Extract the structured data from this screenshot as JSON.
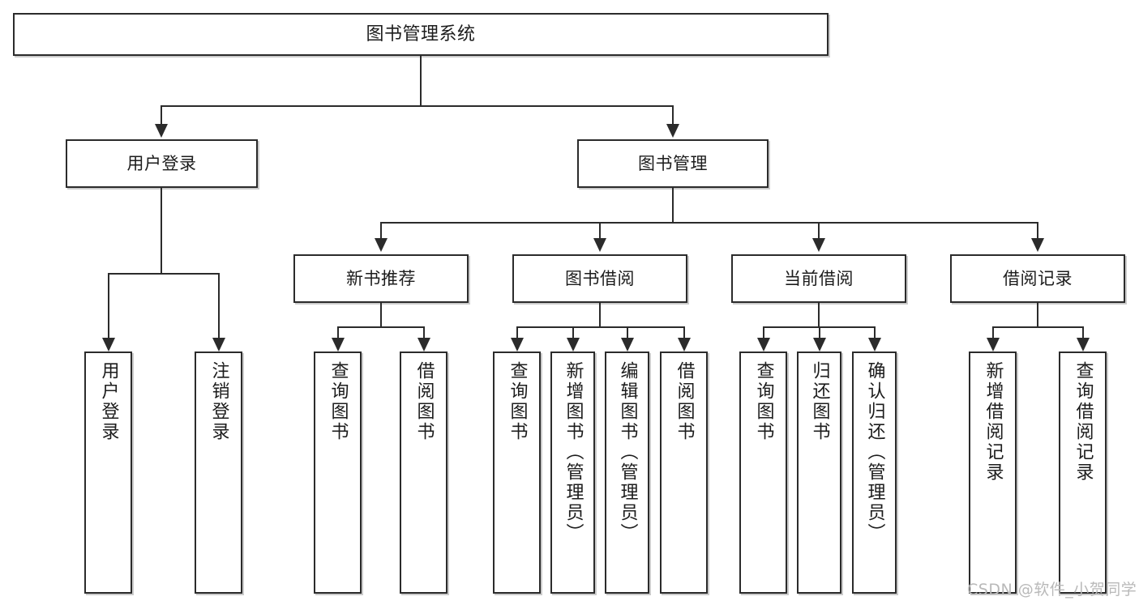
{
  "diagram": {
    "title": "图书管理系统",
    "type": "tree-hierarchy-chart",
    "root": {
      "label": "图书管理系统"
    },
    "level1": [
      {
        "label": "用户登录"
      },
      {
        "label": "图书管理"
      }
    ],
    "level2": [
      {
        "label": "新书推荐"
      },
      {
        "label": "图书借阅"
      },
      {
        "label": "当前借阅"
      },
      {
        "label": "借阅记录"
      }
    ],
    "leaves": {
      "user_login": [
        {
          "label": "用户登录"
        },
        {
          "label": "注销登录"
        }
      ],
      "new_book_recommend": [
        {
          "label": "查询图书"
        },
        {
          "label": "借阅图书"
        }
      ],
      "book_borrow": [
        {
          "label": "查询图书"
        },
        {
          "label": "新增图书（管理员）"
        },
        {
          "label": "编辑图书（管理员）"
        },
        {
          "label": "借阅图书"
        }
      ],
      "current_borrow": [
        {
          "label": "查询图书"
        },
        {
          "label": "归还图书"
        },
        {
          "label": "确认归还（管理员）"
        }
      ],
      "borrow_record": [
        {
          "label": "新增借阅记录"
        },
        {
          "label": "查询借阅记录"
        }
      ]
    }
  },
  "watermark": {
    "text": "CSDN @软件_小贺同学"
  },
  "colors": {
    "box_border": "#2b2b2b",
    "box_fill": "#ffffff",
    "connector": "#2b2b2b",
    "text": "#1c1c1c",
    "watermark": "#b9b9b9",
    "background": "#ffffff"
  }
}
